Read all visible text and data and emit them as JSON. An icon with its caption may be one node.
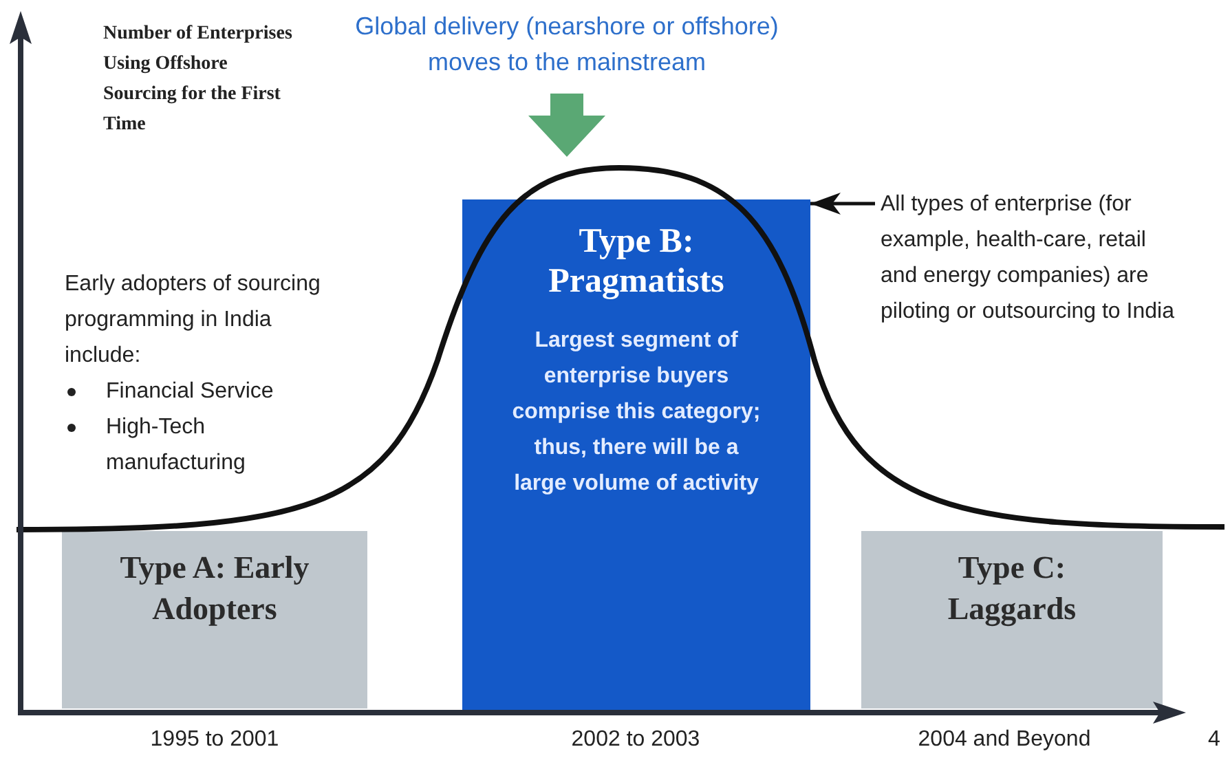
{
  "diagram": {
    "nodes": [
      {
        "text": [
          "Type A: Early Adopters"
        ]
      },
      {
        "text": [
          "Type B: Pragmatists",
          "Largest segment of enterprise buyers comprise this category; thus, there will be a large volume of activity"
        ]
      },
      {
        "text": [
          "Type C: Laggards"
        ]
      },
      {
        "text": [
          "Global delivery (nearshore or offshore) moves to the mainstream"
        ]
      },
      {
        "text": [
          "All types of enterprise (for example, health-care, retail and energy companies) are piloting or outsourcing to India"
        ]
      }
    ],
    "edges": [
      {
        "from": 3,
        "to": null,
        "arrow": "to",
        "style": "thick",
        "color": "#5aa874"
      },
      {
        "from": 4,
        "to": 1,
        "arrow": "to",
        "color": "#111111"
      }
    ],
    "labels": [
      "Number of Enterprises Using Offshore Sourcing for the First Time",
      "Early adopters of sourcing programming in India include:",
      "Financial Service",
      "High-Tech manufacturing",
      "1995 to 2001",
      "2002 to 2003",
      "2004 and Beyond",
      "4"
    ]
  }
}
